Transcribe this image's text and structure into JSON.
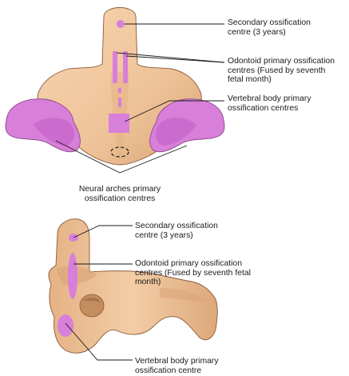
{
  "labels": {
    "top_secondary": "Secondary ossification\ncentre (3 years)",
    "top_odontoid": "Odontoid primary ossification\ncentres (Fused by seventh\nfetal month)",
    "top_vertebral_body": "Vertebral body primary\nossification centres",
    "top_neural_arches": "Neural arches primary\nossification centres",
    "bottom_secondary": "Secondary ossification\ncentre (3 years)",
    "bottom_odontoid": "Odontoid primary ossification\ncentres (Fused by seventh fetal\nmonth)",
    "bottom_vertebral_body": "Vertebral body primary\nossification centre"
  },
  "colors": {
    "bone": "#EFC399",
    "bone_shadow": "#D9A476",
    "bone_outline": "#8A5A3A",
    "ossification": "#D77FD9",
    "ossification_light": "#E7A7E6",
    "leader_line": "#1a1a1a"
  }
}
